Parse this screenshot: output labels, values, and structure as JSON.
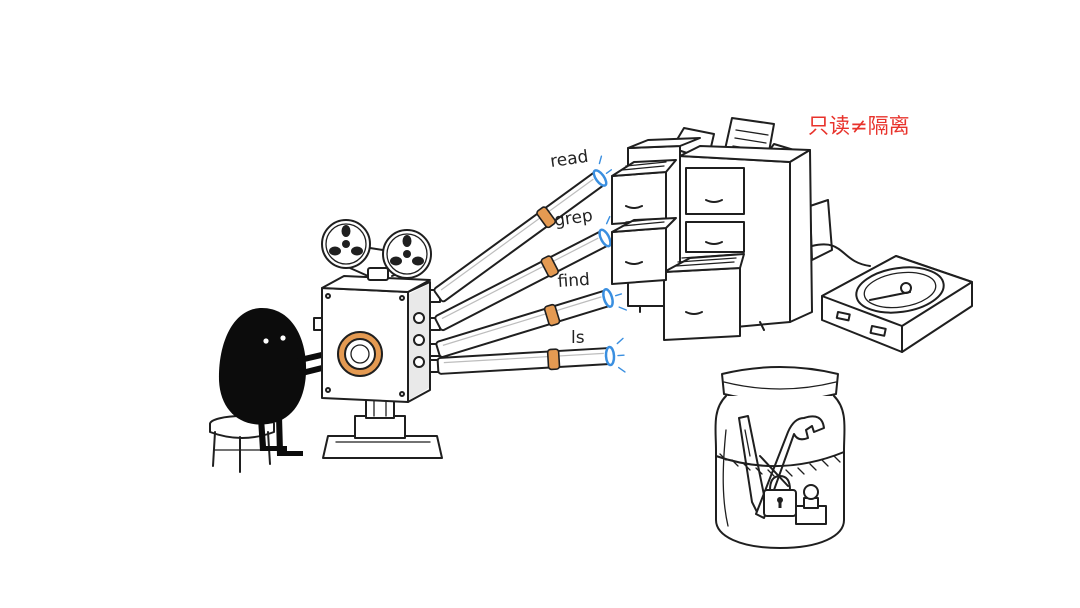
{
  "title": "只读≠隔离",
  "tools": [
    {
      "name": "read"
    },
    {
      "name": "grep"
    },
    {
      "name": "find"
    },
    {
      "name": "ls"
    }
  ],
  "colors": {
    "title": "#e8322b",
    "collar": "#e49a52",
    "nozzle_glow": "#3a8fe0",
    "ink": "#1f1f1f",
    "creature": "#0c0c0c"
  },
  "icons": {
    "operator": "black-blob-creature",
    "projector": "film-projector-icon",
    "filing_cabinet": "filing-cabinet-icon",
    "hard_drive": "hard-drive-icon",
    "jar": "locked-jar-icon"
  }
}
